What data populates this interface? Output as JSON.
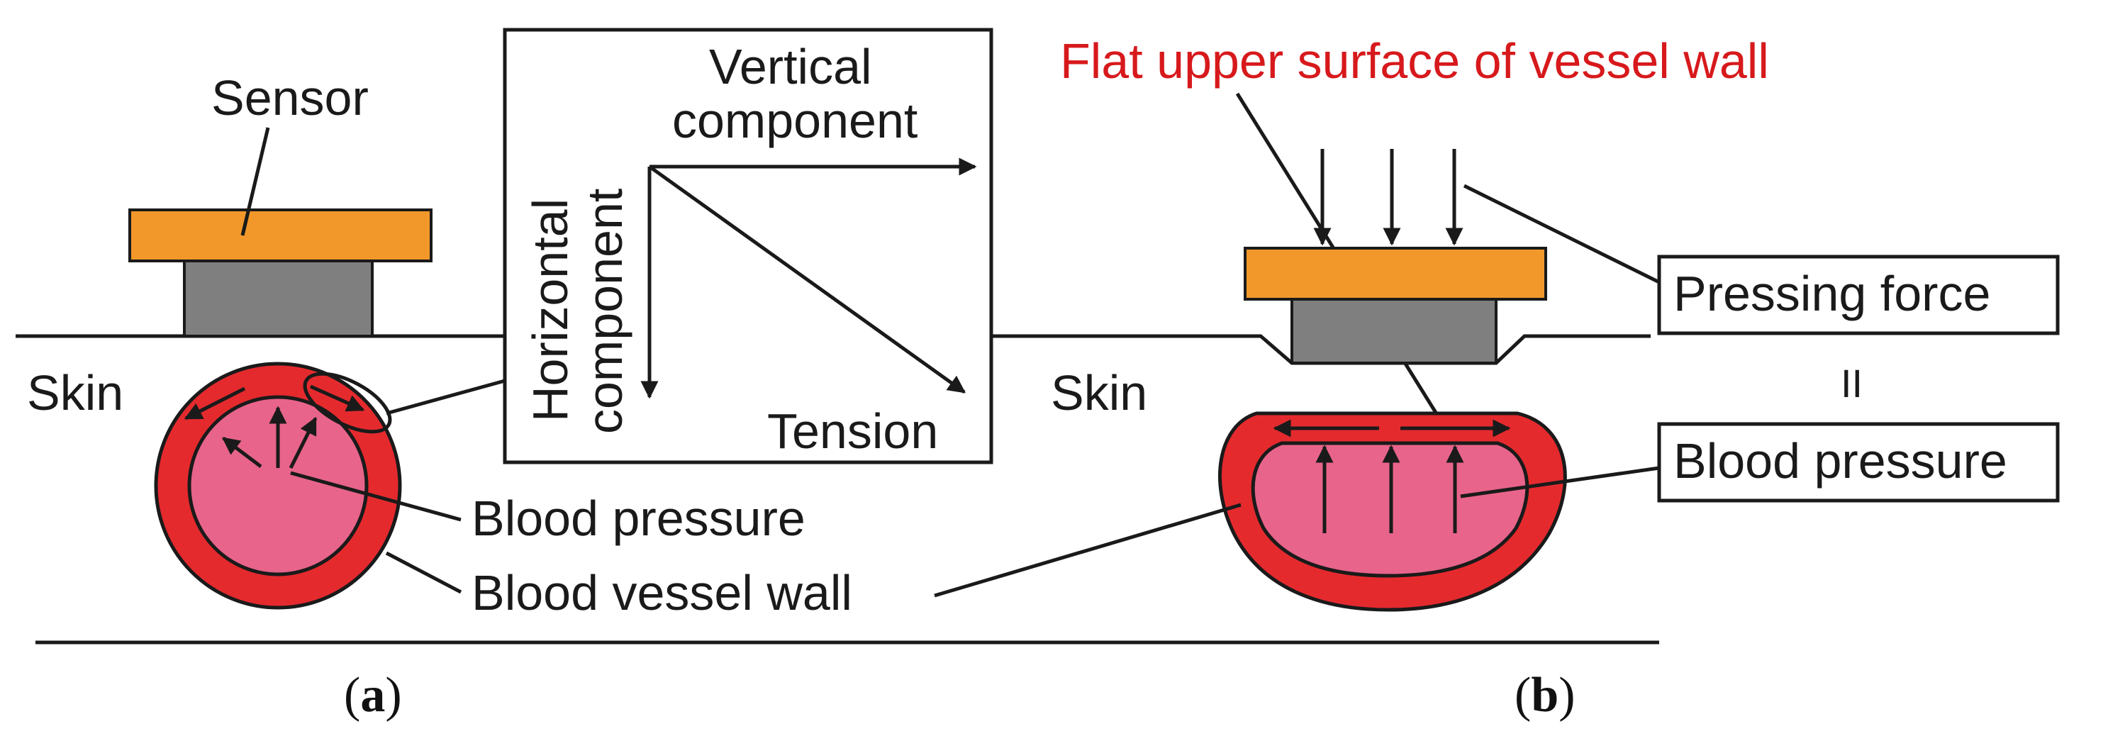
{
  "colors": {
    "sensor_top": "#f2982a",
    "sensor_base": "#7f7f7f",
    "vessel_wall": "#e52a2e",
    "blood": "#e8648a",
    "flat_surface_label": "#d7191c",
    "line": "#1a1a1a"
  },
  "panel_a": {
    "sensor_label": "Sensor",
    "skin_label": "Skin",
    "inset": {
      "vertical_label_line1": "Vertical",
      "vertical_label_line2": "component",
      "horizontal_label_line1": "Horizontal",
      "horizontal_label_line2": "component",
      "tension_label": "Tension"
    },
    "blood_pressure_label": "Blood pressure",
    "vessel_wall_label": "Blood vessel wall",
    "caption_open": "(",
    "caption_letter": "a",
    "caption_close": ")"
  },
  "panel_b": {
    "flat_surface_label": "Flat upper surface of vessel wall",
    "skin_label": "Skin",
    "pressing_force_label": "Pressing force",
    "equals_sign": "II",
    "blood_pressure_label": "Blood pressure",
    "caption_open": "(",
    "caption_letter": "b",
    "caption_close": ")"
  }
}
